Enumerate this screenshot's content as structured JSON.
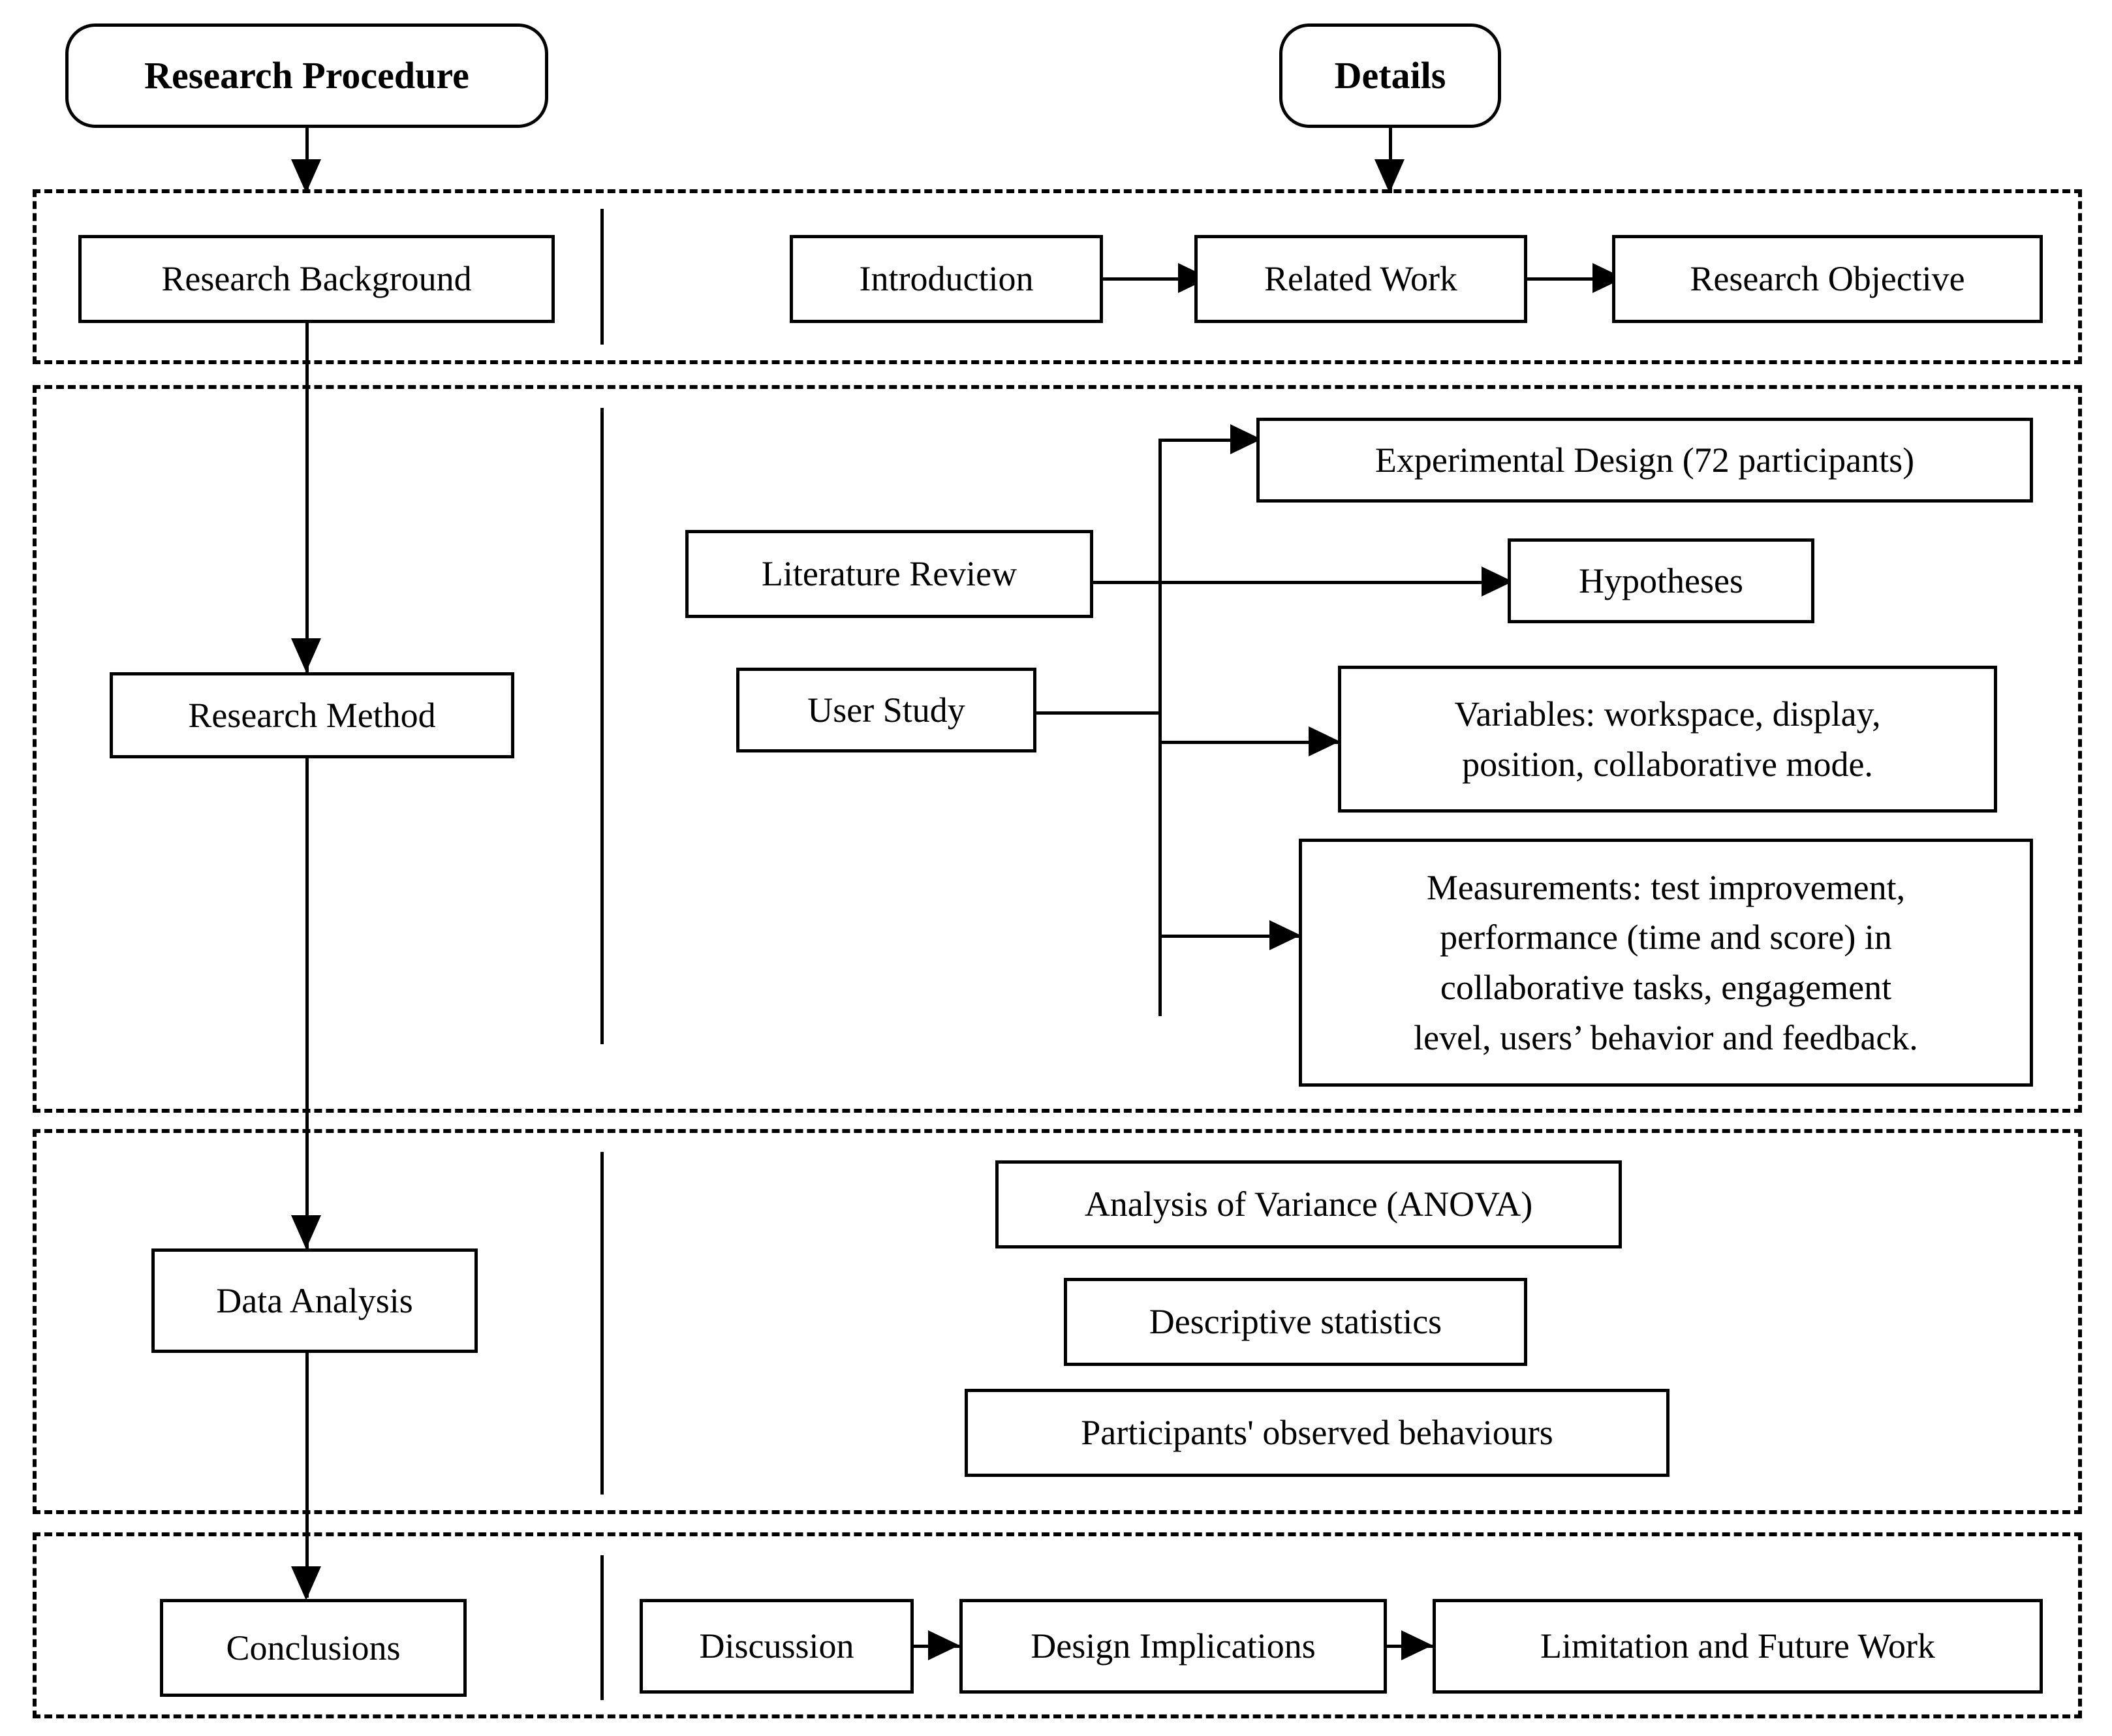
{
  "diagram": {
    "title_left": "Research Procedure",
    "title_right": "Details",
    "sections": [
      {
        "name": "background",
        "left_node": "Research Background",
        "right_nodes": [
          "Introduction",
          "Related Work",
          "Research Objective"
        ]
      },
      {
        "name": "method",
        "left_node": "Research Method",
        "source_nodes": [
          "Literature Review",
          "User Study"
        ],
        "right_nodes": [
          "Experimental Design (72 participants)",
          "Hypotheses",
          "Variables: workspace, display, position, collaborative mode.",
          "Measurements: test improvement, performance (time and score) in collaborative tasks, engagement level, users’ behavior and feedback."
        ],
        "right_nodes_lines": [
          [
            "Experimental Design (72 participants)"
          ],
          [
            "Hypotheses"
          ],
          [
            "Variables: workspace, display,",
            "position, collaborative mode."
          ],
          [
            "Measurements: test improvement,",
            "performance (time and score) in",
            "collaborative tasks, engagement",
            "level, users’ behavior and feedback."
          ]
        ]
      },
      {
        "name": "analysis",
        "left_node": "Data Analysis",
        "right_nodes": [
          "Analysis of Variance (ANOVA)",
          "Descriptive statistics",
          "Participants' observed behaviours"
        ]
      },
      {
        "name": "conclusions",
        "left_node": "Conclusions",
        "right_nodes": [
          "Discussion",
          "Design Implications",
          "Limitation and Future Work"
        ]
      }
    ]
  },
  "colors": {
    "stroke": "#000000",
    "fill": "#ffffff"
  }
}
